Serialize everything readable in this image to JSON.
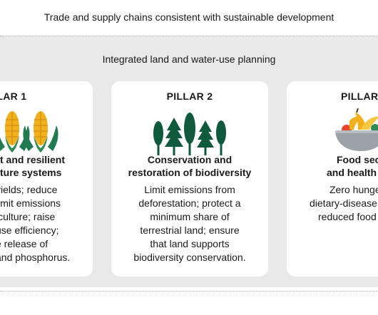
{
  "header": {
    "title": "Trade and supply chains consistent with sustainable development"
  },
  "band": {
    "title": "Integrated land and water-use planning"
  },
  "pillars": [
    {
      "label": "PILLAR 1",
      "heading": [
        "t and resilient",
        "ture systems"
      ],
      "desc": [
        " yields; reduce",
        " limit emissions",
        "iculture; raise",
        "use efficiency;",
        "e release of",
        "and phosphorus."
      ],
      "icon": "corn-icon"
    },
    {
      "label": "PILLAR 2",
      "heading": [
        "Conservation and",
        "restoration of biodiversity"
      ],
      "desc": [
        "Limit emissions from",
        "deforestation; protect a",
        "minimum share of",
        "terrestrial land; ensure",
        "that land supports",
        "biodiversity conservation."
      ],
      "icon": "trees-icon"
    },
    {
      "label": "PILLAR",
      "heading": [
        "Food sec",
        "and health"
      ],
      "desc": [
        "Zero hunge",
        "dietary-disease",
        "reduced food"
      ],
      "icon": "fruit-bowl-icon"
    }
  ],
  "colors": {
    "tree": "#0f5a3c",
    "corn": "#f2b01e",
    "leaf": "#1f7a50",
    "band": "#e9e9e9"
  }
}
